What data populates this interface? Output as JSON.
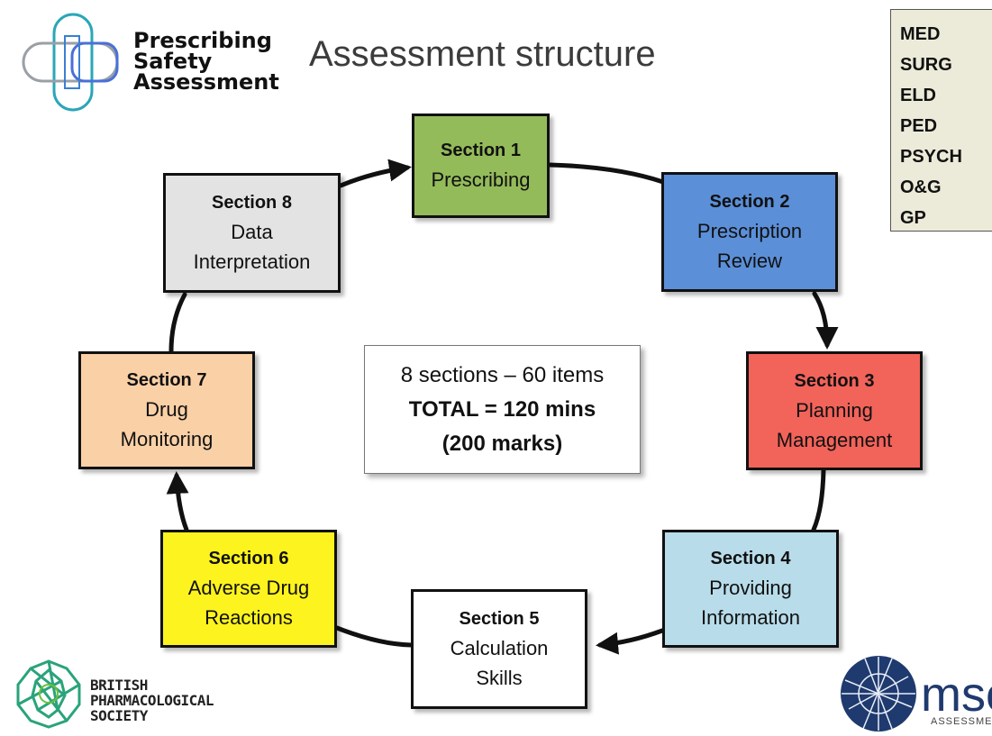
{
  "logo": {
    "lines": [
      "Prescribing",
      "Safety",
      "Assessment"
    ]
  },
  "title": "Assessment structure",
  "specialties": [
    "MED",
    "SURG",
    "ELD",
    "PED",
    "PSYCH",
    "O&G",
    "GP"
  ],
  "sections": [
    {
      "heading": "Section 1",
      "lines": [
        "Prescribing"
      ],
      "color": "#94bb5a"
    },
    {
      "heading": "Section 2",
      "lines": [
        "Prescription",
        "Review"
      ],
      "color": "#5b8fd8"
    },
    {
      "heading": "Section 3",
      "lines": [
        "Planning",
        "Management"
      ],
      "color": "#f2635a"
    },
    {
      "heading": "Section 4",
      "lines": [
        "Providing",
        "Information"
      ],
      "color": "#b8dcea"
    },
    {
      "heading": "Section 5",
      "lines": [
        "Calculation",
        "Skills"
      ],
      "color": "#ffffff"
    },
    {
      "heading": "Section 6",
      "lines": [
        "Adverse Drug",
        "Reactions"
      ],
      "color": "#fdf31e"
    },
    {
      "heading": "Section 7",
      "lines": [
        "Drug",
        "Monitoring"
      ],
      "color": "#fad0a6"
    },
    {
      "heading": "Section 8",
      "lines": [
        "Data",
        "Interpretation"
      ],
      "color": "#e3e3e3"
    }
  ],
  "summary": {
    "line1": "8 sections – 60 items",
    "line2": "TOTAL = 120 mins",
    "line3": "(200 marks)"
  },
  "bps_logo": {
    "lines": [
      "BRITISH",
      "PHARMACOLOGICAL",
      "SOCIETY"
    ]
  },
  "msc_logo": {
    "name": "msc",
    "sub": "ASSESSMENT"
  }
}
